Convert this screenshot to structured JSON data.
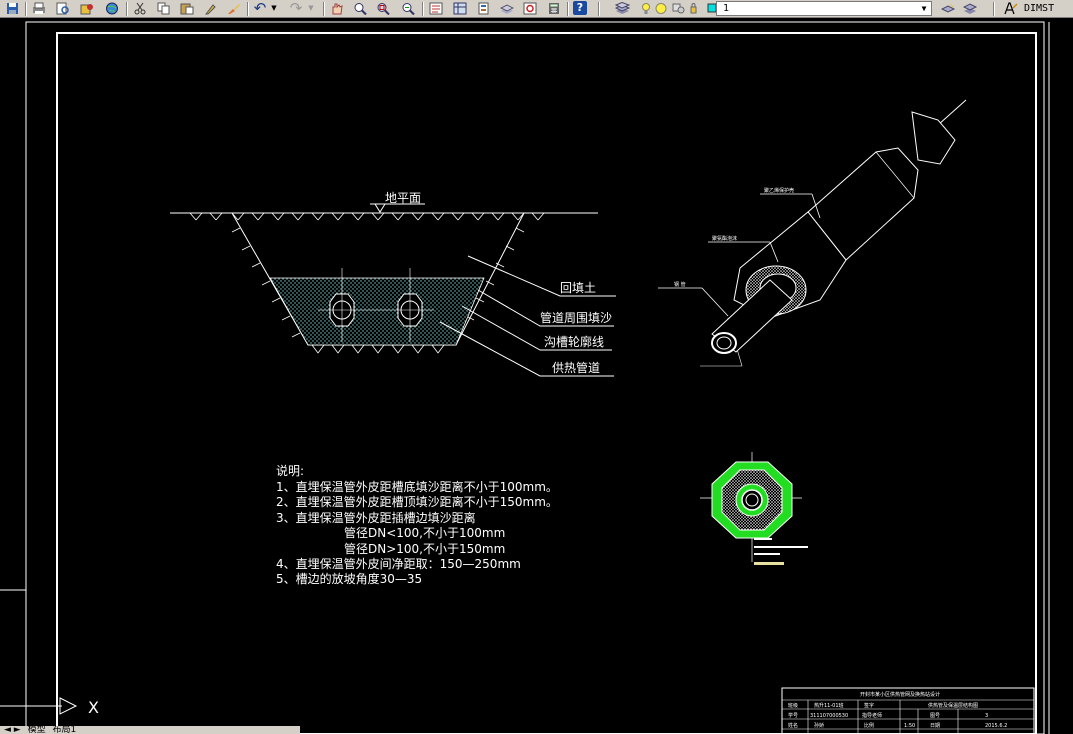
{
  "toolbar": {
    "icons": [
      "save-icon",
      "print-icon",
      "preview-icon",
      "publish-icon",
      "globe-icon",
      "cut-icon",
      "copy-icon",
      "paste-icon",
      "match-prop-icon",
      "brush-icon",
      "undo-icon",
      "redo-icon",
      "pan-icon",
      "zoom-realtime-icon",
      "zoom-window-icon",
      "zoom-previous-icon",
      "properties-icon",
      "design-center-icon",
      "tool-palette-icon",
      "sheet-set-icon",
      "markup-icon",
      "calculator-icon",
      "help-icon",
      "layers-icon"
    ],
    "undo_glyph": "↶",
    "redo_glyph": "↷",
    "help_glyph": "?",
    "layer_value": "1",
    "dimstyle_label": "DIMST"
  },
  "drawing": {
    "section_labels": {
      "ground": "地平面",
      "backfill": "回填土",
      "sand": "管道周围填沙",
      "trench_outline": "沟槽轮廓线",
      "heating_pipe": "供热管道"
    },
    "pipe_labels": {
      "outer_sheath": "聚乙烯保护壳",
      "insulation": "聚氨酯泡沫",
      "steel_pipe": "钢 管"
    },
    "notes": [
      "说明:",
      "1、直埋保温管外皮距槽底填沙距离不小于100mm。",
      "2、直埋保温管外皮距槽顶填沙距离不小于150mm。",
      "3、直埋保温管外皮距插槽边填沙距离",
      "管径DN<100,不小于100mm",
      "管径DN>100,不小于150mm",
      "4、直埋保温管外皮间净距取：150—250mm",
      "5、槽边的放坡角度30—35"
    ],
    "title_block": {
      "project": "开封市某小区供热管网及换热站设计",
      "row1": [
        "班级",
        "热升11-01班",
        "签字",
        "",
        "供热管及保温层结构图",
        ""
      ],
      "row2": [
        "学号",
        "311107000530",
        "指导老师",
        "",
        "图号",
        "3"
      ],
      "row3": [
        "姓名",
        "孙娇",
        "比例",
        "1:50",
        "日期",
        "2015.6.2"
      ]
    },
    "ucs_x": "X"
  },
  "tabs": {
    "model": "模型",
    "layout1": "布局1"
  },
  "colors": {
    "background": "#000000",
    "line": "#ffffff",
    "green": "#22dd22",
    "toolbar_bg": "#d4d0c8"
  }
}
